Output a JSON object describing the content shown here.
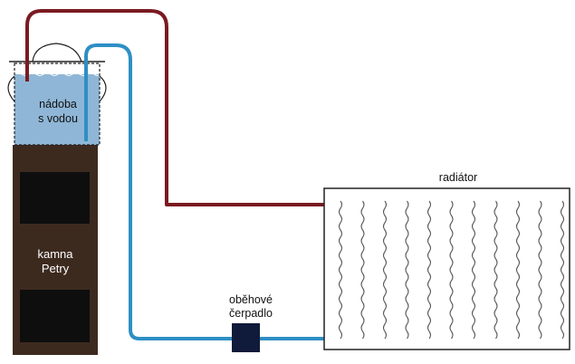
{
  "labels": {
    "vessel_line1": "nádoba",
    "vessel_line2": "s vodou",
    "stove_line1": "kamna",
    "stove_line2": "Petry",
    "radiator": "radiátor",
    "pump_line1": "oběhové",
    "pump_line2": "čerpadlo"
  },
  "colors": {
    "hot_pipe": "#7a1a22",
    "cold_pipe": "#2e8fc4",
    "stove_body": "#3d2a1f",
    "stove_doors": "#0e0e0e",
    "water": "#8fb6d6",
    "pump": "#101a3a",
    "radiator_fill": "#ffffff",
    "radiator_wave": "#555555"
  }
}
